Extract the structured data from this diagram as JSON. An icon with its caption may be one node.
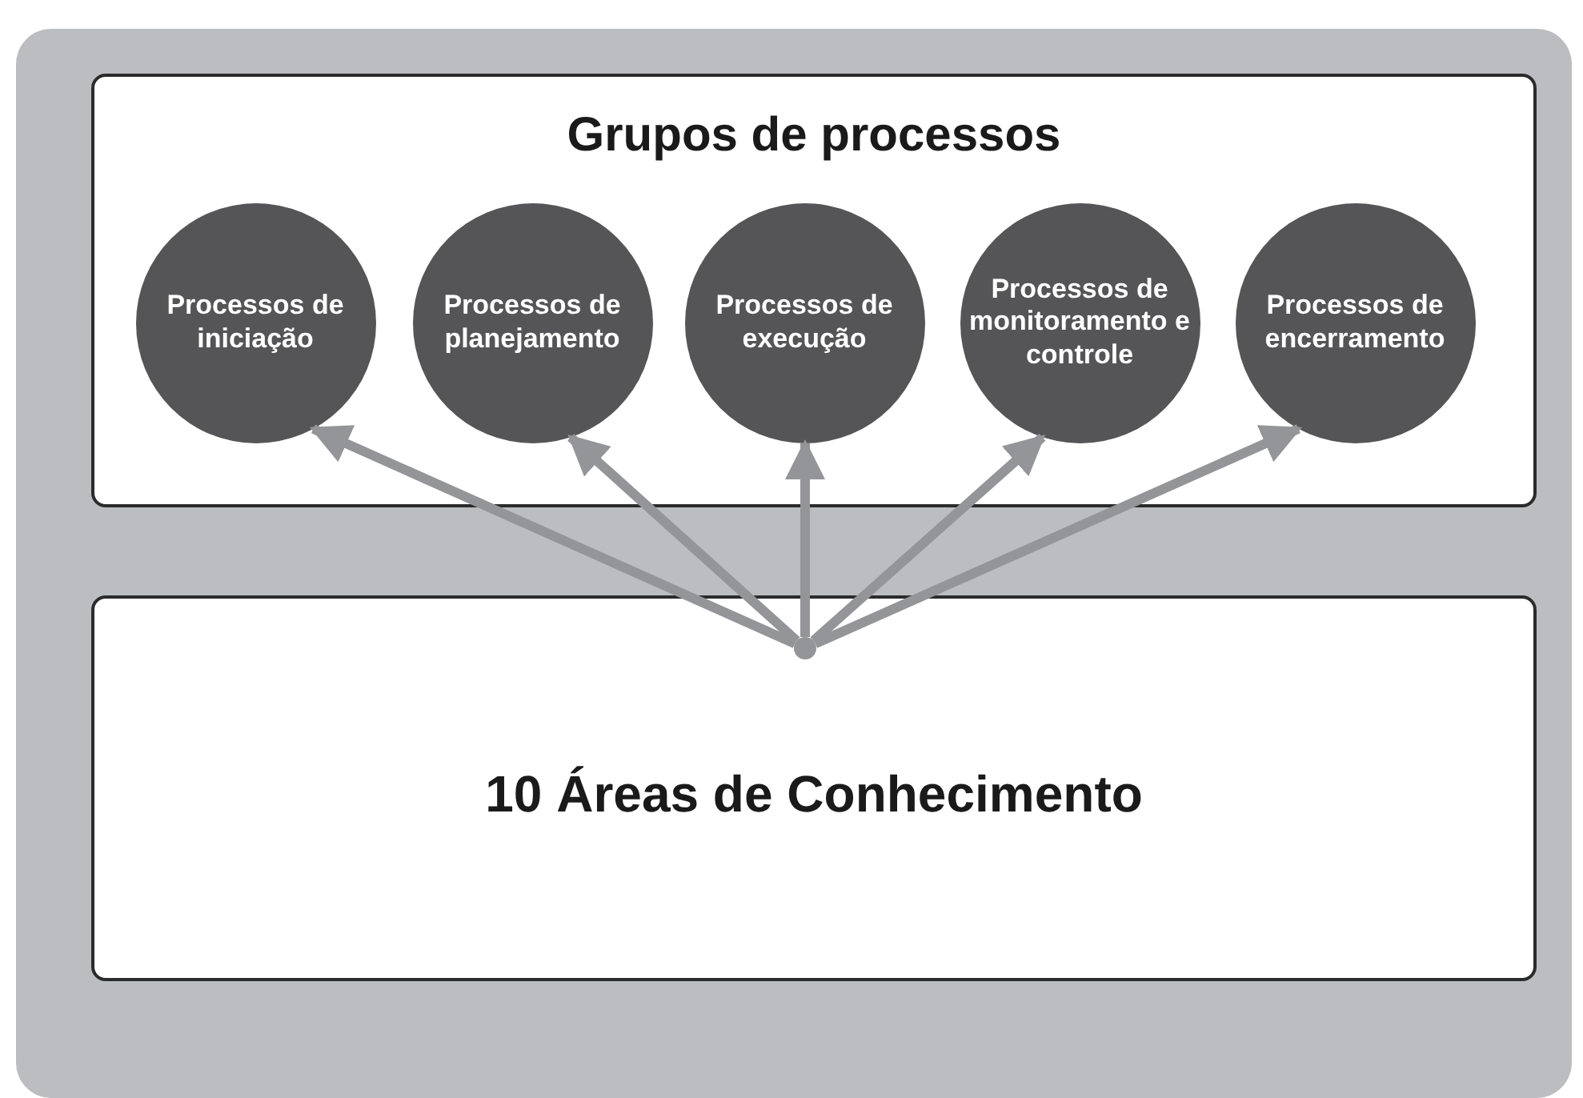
{
  "diagram": {
    "nodes": [
      {
        "text": [
          "Grupos de processos"
        ]
      },
      {
        "text": [
          "Processos de iniciação"
        ],
        "in": 0
      },
      {
        "text": [
          "Processos de planejamento"
        ],
        "in": 0
      },
      {
        "text": [
          "Processos de execução"
        ],
        "in": 0
      },
      {
        "text": [
          "Processos de monitoramento e controle"
        ],
        "in": 0
      },
      {
        "text": [
          "Processos de encerramento"
        ],
        "in": 0
      },
      {
        "text": [
          "10 Áreas de Conhecimento"
        ]
      },
      {
        "text": [],
        "shape": "circle",
        "in": 6
      }
    ],
    "edges": [
      {
        "from": 7,
        "to": 1,
        "arrow": "to"
      },
      {
        "from": 7,
        "to": 2,
        "arrow": "to"
      },
      {
        "from": 7,
        "to": 3,
        "arrow": "to"
      },
      {
        "from": 7,
        "to": 4,
        "arrow": "to"
      },
      {
        "from": 7,
        "to": 5,
        "arrow": "to"
      }
    ]
  }
}
